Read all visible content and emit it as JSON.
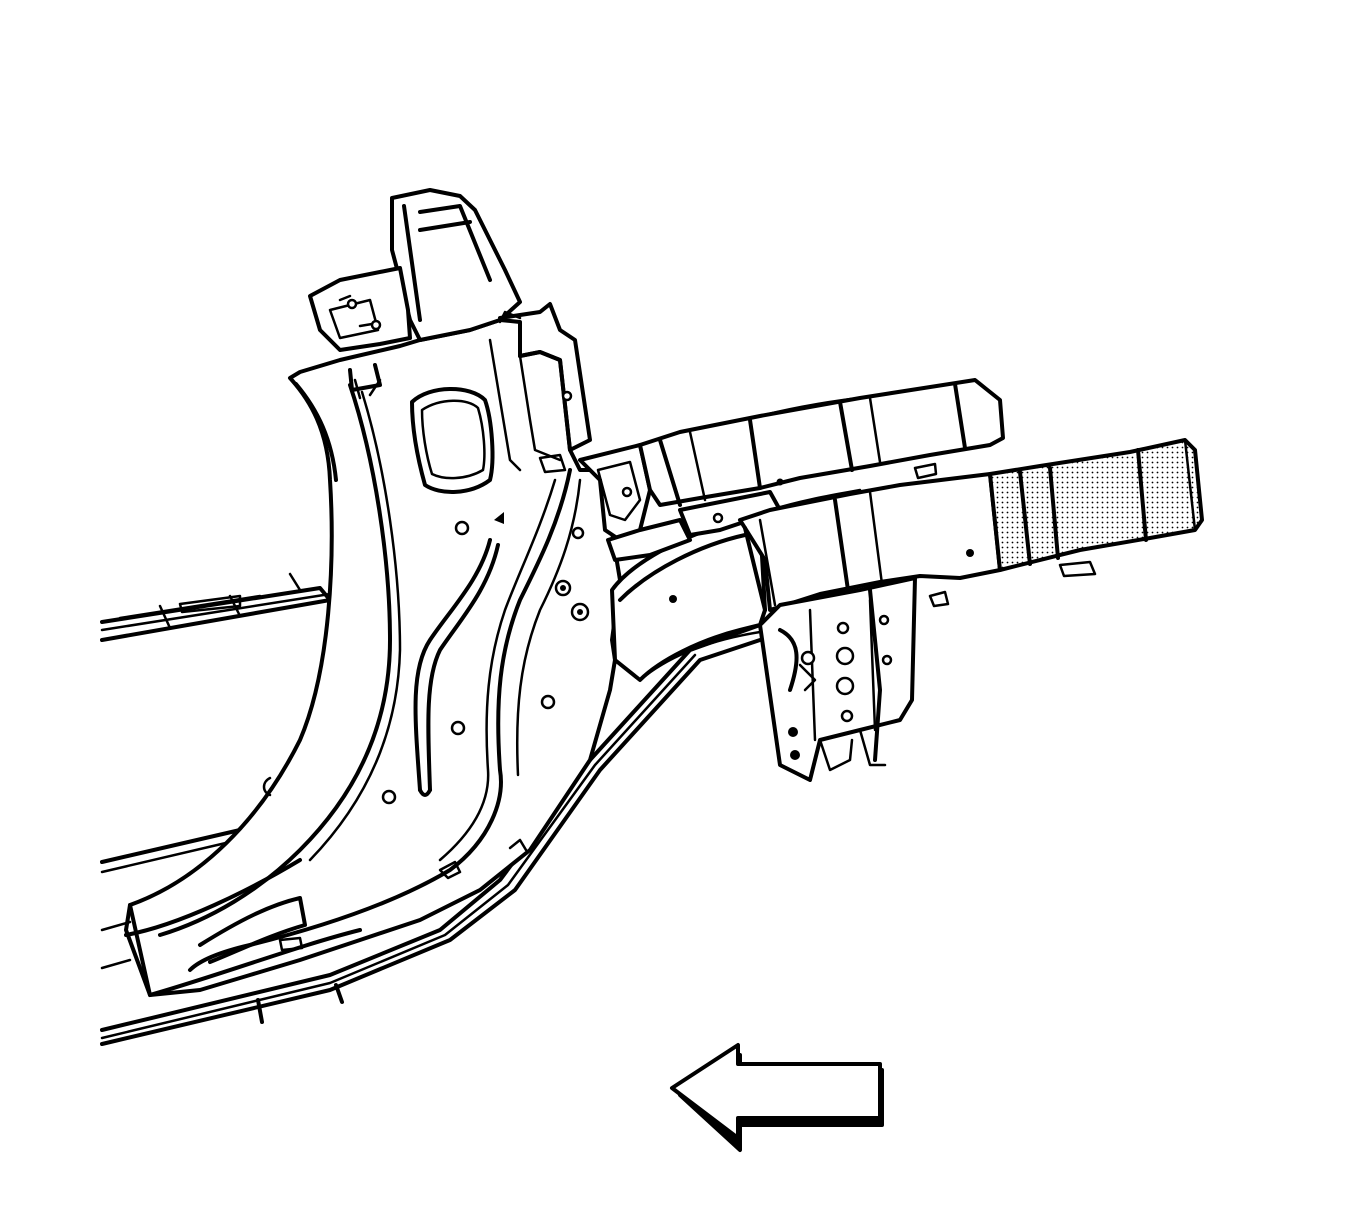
{
  "diagram": {
    "colors": {
      "line": "#000000",
      "background": "#ffffff",
      "highlight_pattern": "#000000"
    },
    "parts": [
      {
        "id": "rocker-panel-lower"
      },
      {
        "id": "body-pillar"
      },
      {
        "id": "wheelhouse-panel"
      },
      {
        "id": "rear-rail-upper"
      },
      {
        "id": "rear-rail-lower"
      },
      {
        "id": "rail-extension-highlighted"
      },
      {
        "id": "rail-bracket"
      }
    ],
    "direction_arrow": {
      "direction": "left",
      "icon": "left-arrow-icon"
    }
  }
}
